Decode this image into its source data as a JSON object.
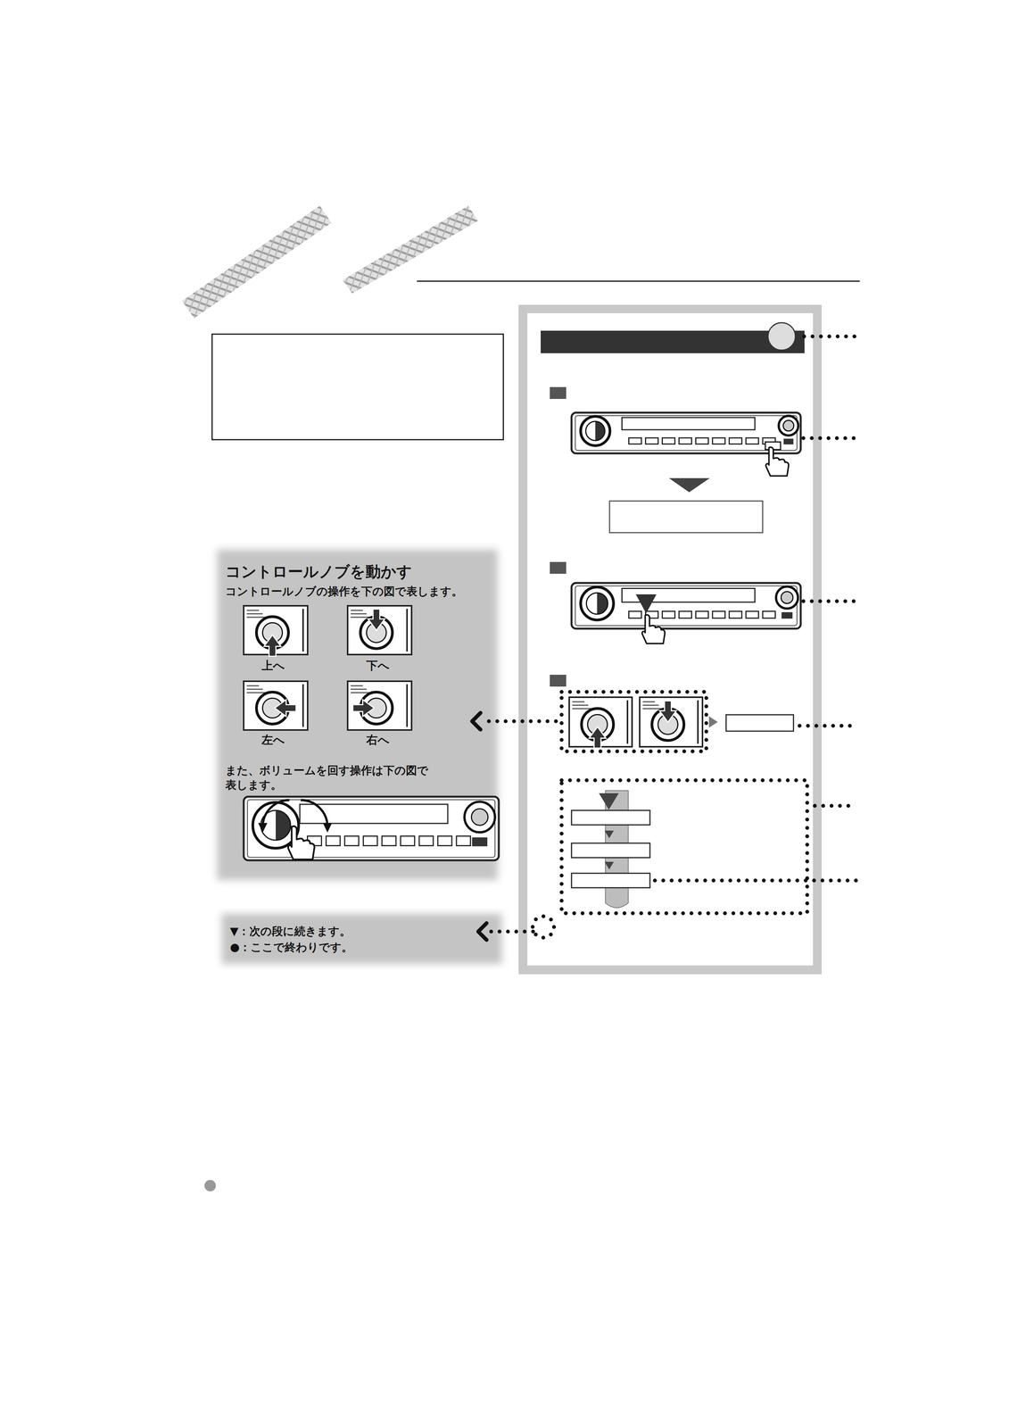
{
  "diagram": {
    "nodes": [
      {
        "text": [
          "コントロールノブを動かす",
          "コントロールノブの操作を下の図で表します。",
          "上へ",
          "下へ",
          "左へ",
          "右へ",
          "また、ボリュームを回す操作は下の図で 表します。"
        ]
      },
      {
        "text": [
          "▼：次の段に続きます。",
          "●：ここで終わりです。"
        ]
      }
    ]
  }
}
